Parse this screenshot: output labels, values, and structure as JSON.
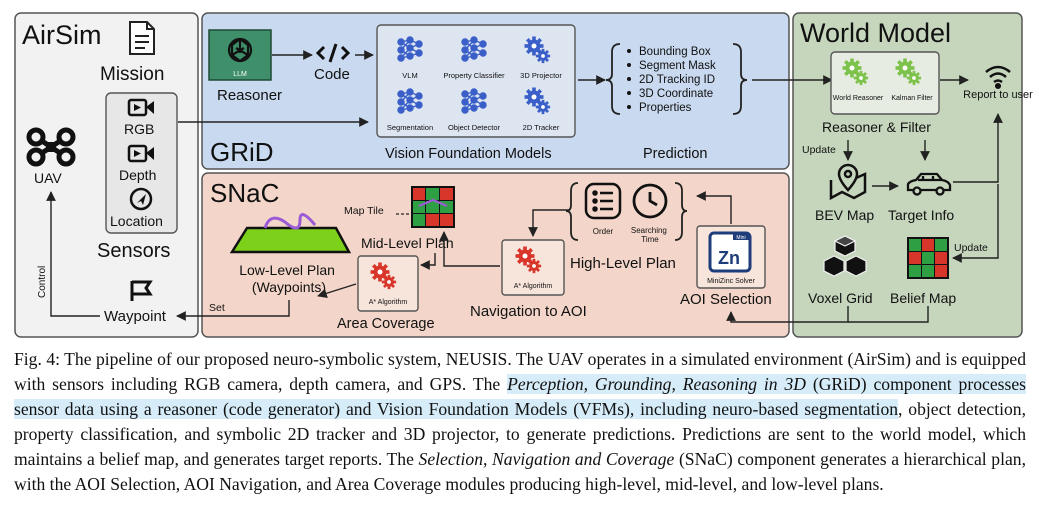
{
  "airsim": {
    "title": "AirSim",
    "mission": "Mission",
    "uav": "UAV",
    "sensors": "Sensors",
    "rgb": "RGB",
    "depth": "Depth",
    "location": "Location",
    "waypoint": "Waypoint",
    "control": "Control",
    "set": "Set"
  },
  "grid": {
    "title": "GRiD",
    "reasoner": "Reasoner",
    "llm": "LLM",
    "code": "Code",
    "vfm_title": "Vision Foundation Models",
    "vfm_items": [
      "VLM",
      "Property Classifier",
      "3D Projector",
      "Segmentation",
      "Object Detector",
      "2D Tracker"
    ],
    "prediction_title": "Prediction",
    "predictions": [
      "Bounding Box",
      "Segment Mask",
      "2D Tracking ID",
      "3D Coordinate",
      "Properties"
    ]
  },
  "world": {
    "title": "World Model",
    "world_reasoner": "World Reasoner",
    "kalman_filter": "Kalman Filter",
    "reasoner_filter": "Reasoner & Filter",
    "report": "Report to user",
    "update": "Update",
    "update2": "Update",
    "bev_map": "BEV Map",
    "target_info": "Target Info",
    "voxel_grid": "Voxel Grid",
    "belief_map": "Belief Map"
  },
  "snac": {
    "title": "SNaC",
    "map_tile": "Map Tile",
    "mid_level": "Mid-Level Plan",
    "low_level_1": "Low-Level Plan",
    "low_level_2": "(Waypoints)",
    "a_star": "A* Algorithm",
    "a_star2": "A* Algorithm",
    "area_coverage": "Area Coverage",
    "nav_aoi": "Navigation to AOI",
    "order": "Order",
    "searching_1": "Searching",
    "searching_2": "Time",
    "high_level": "High-Level Plan",
    "zn": "Zn",
    "mini": "Mini",
    "minizinc": "MiniZinc Solver",
    "aoi_selection": "AOI Selection"
  },
  "caption": {
    "p1": "Fig. 4: The pipeline of our proposed neuro-symbolic system, NEUSIS. The UAV operates in a simulated environment (AirSim) and is equipped with sensors including RGB camera, depth camera, and GPS. The ",
    "p2": "Perception, Grounding, Reasoning in 3D",
    "p3": " (GRiD) component processes sensor data using a reasoner (code generator) and Vision Foundation Models (VFMs), including neuro-based segmentation",
    "p4": ", object detection, property classification, and symbolic 2D tracker and 3D projector, to generate predictions. Predictions are sent to the world model, which maintains a belief map, and generates target reports. The ",
    "p5": "Selection, Navigation and Coverage",
    "p6": " (SNaC) component generates a hierarchical plan, with the AOI Selection, AOI Navigation, and Area Coverage modules producing high-level, mid-level, and low-level plans."
  },
  "colors": {
    "airsim_bg": "#f2f2f2",
    "grid_bg": "#c9d9ef",
    "snac_bg": "#f3d6c9",
    "world_bg": "#c6d6bd",
    "llm_green": "#3f8f6a",
    "caption_highlight": "#d6ecf8"
  },
  "icons": [
    "document-icon",
    "drone-icon",
    "camera-icon",
    "location-icon",
    "flag-icon",
    "network-icon",
    "gear-icon",
    "wifi-icon",
    "car-icon",
    "map-pin-icon",
    "cubes-icon",
    "grid-icon",
    "list-icon",
    "clock-icon",
    "code-icon",
    "openai-icon"
  ]
}
